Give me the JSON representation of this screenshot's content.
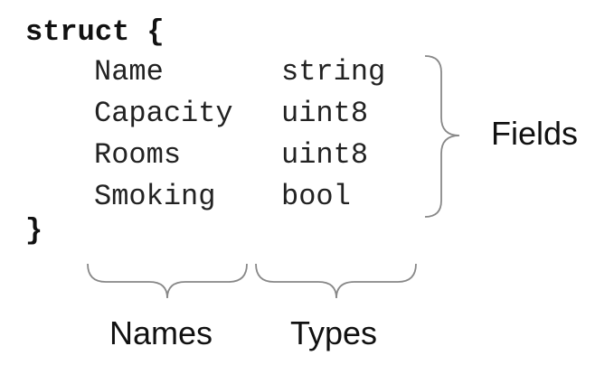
{
  "struct": {
    "open_line": "struct {",
    "close_line": "}",
    "fields": [
      {
        "name": "Name",
        "type": "string"
      },
      {
        "name": "Capacity",
        "type": "uint8"
      },
      {
        "name": "Rooms",
        "type": "uint8"
      },
      {
        "name": "Smoking",
        "type": "bool"
      }
    ]
  },
  "labels": {
    "fields": "Fields",
    "names": "Names",
    "types": "Types"
  },
  "colors": {
    "text": "#222222",
    "brace": "#888888"
  }
}
